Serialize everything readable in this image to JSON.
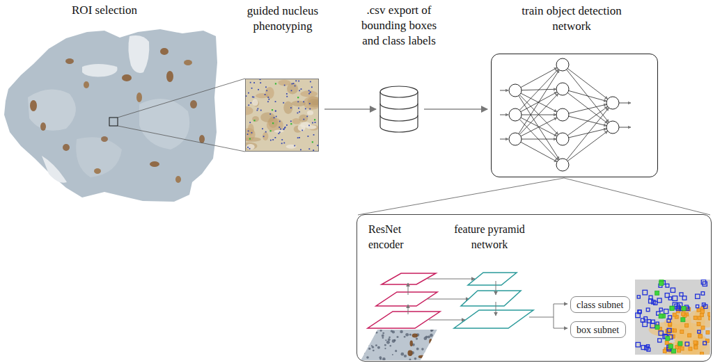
{
  "diagram": {
    "nodes": [
      {
        "text": [
          "ROI selection"
        ]
      },
      {
        "text": [
          "guided nucleus phenotyping"
        ]
      },
      {
        "text": [
          ".csv export of bounding boxes and class labels"
        ]
      },
      {
        "text": [
          "train object detection network"
        ]
      },
      {
        "text": [
          "ResNet encoder",
          "feature pyramid network"
        ]
      },
      {
        "text": [
          "class subnet"
        ],
        "in": 4
      },
      {
        "text": [
          "box subnet"
        ],
        "in": 4
      }
    ],
    "edges": [
      {
        "from": 1,
        "to": 2,
        "arrow": "to"
      },
      {
        "from": 2,
        "to": 3,
        "arrow": "to"
      }
    ]
  }
}
